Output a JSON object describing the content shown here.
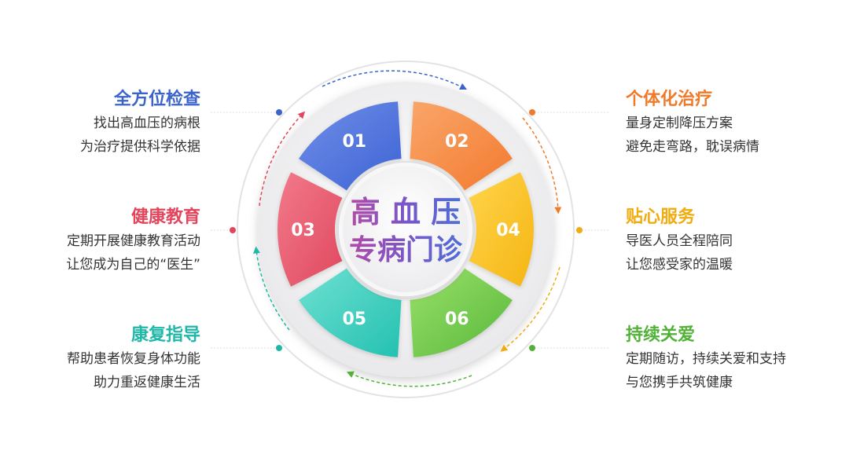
{
  "center": {
    "line1": "高 血 压",
    "line2": "专病门诊"
  },
  "segments": [
    {
      "num": "01",
      "color_a": "#6f8fe8",
      "color_b": "#3e63d4"
    },
    {
      "num": "02",
      "color_a": "#f9a66a",
      "color_b": "#f37a2e"
    },
    {
      "num": "03",
      "color_a": "#f27a8a",
      "color_b": "#e0485f"
    },
    {
      "num": "04",
      "color_a": "#ffd54a",
      "color_b": "#f5b514"
    },
    {
      "num": "05",
      "color_a": "#6fe0d2",
      "color_b": "#23c1b0"
    },
    {
      "num": "06",
      "color_a": "#9be06a",
      "color_b": "#56b83a"
    }
  ],
  "features": {
    "f1": {
      "title": "全方位检查",
      "color": "#3a63cc",
      "line1": "找出高血压的病根",
      "line2": "为治疗提供科学依据"
    },
    "f2": {
      "title": "个体化治疗",
      "color": "#ef7a2a",
      "line1": "量身定制降压方案",
      "line2": "避免走弯路，耽误病情"
    },
    "f3": {
      "title": "健康教育",
      "color": "#e2455c",
      "line1": "定期开展健康教育活动",
      "line2": "让您成为自己的“医生”"
    },
    "f4": {
      "title": "贴心服务",
      "color": "#f0ac10",
      "line1": "导医人员全程陪同",
      "line2": "让您感受家的温暖"
    },
    "f5": {
      "title": "康复指导",
      "color": "#1fb8a8",
      "line1": "帮助患者恢复身体功能",
      "line2": "助力重返健康生活"
    },
    "f6": {
      "title": "持续关爱",
      "color": "#52b238",
      "line1": "定期随访，持续关爱和支持",
      "line2": "与您携手共筑健康"
    }
  }
}
